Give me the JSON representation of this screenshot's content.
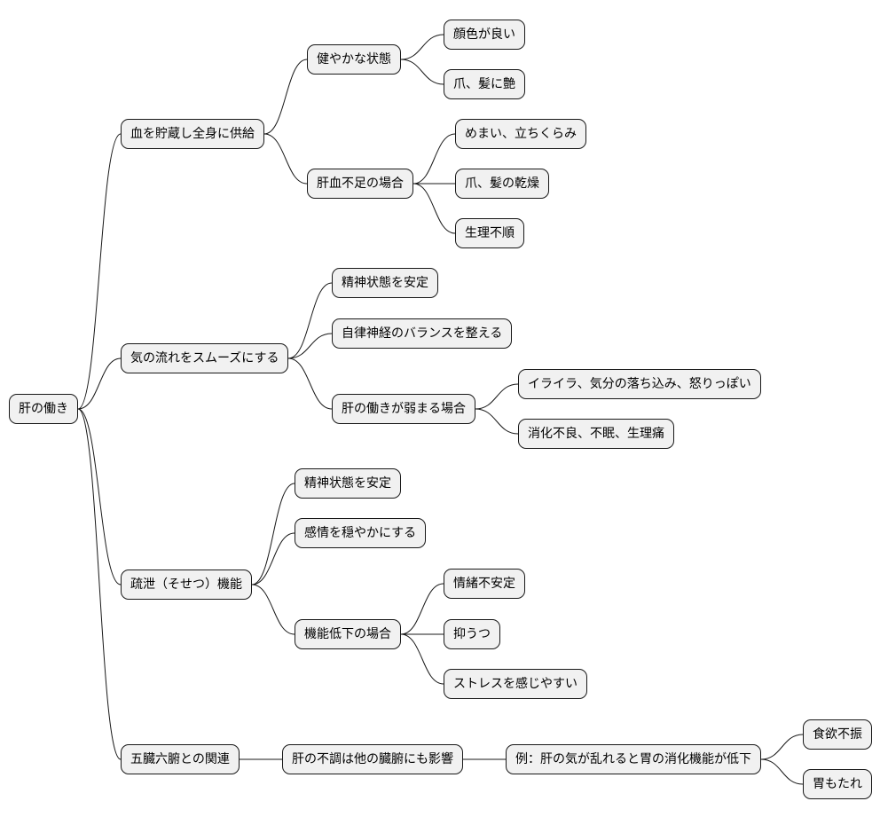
{
  "mindmap": {
    "root": "肝の働き",
    "branches": [
      {
        "label": "血を貯蔵し全身に供給",
        "children": [
          {
            "label": "健やかな状態",
            "children": [
              "顔色が良い",
              "爪、髪に艶"
            ]
          },
          {
            "label": "肝血不足の場合",
            "children": [
              "めまい、立ちくらみ",
              "爪、髪の乾燥",
              "生理不順"
            ]
          }
        ]
      },
      {
        "label": "気の流れをスムーズにする",
        "children": [
          {
            "label": "精神状態を安定"
          },
          {
            "label": "自律神経のバランスを整える"
          },
          {
            "label": "肝の働きが弱まる場合",
            "children": [
              "イライラ、気分の落ち込み、怒りっぽい",
              "消化不良、不眠、生理痛"
            ]
          }
        ]
      },
      {
        "label": "疏泄（そせつ）機能",
        "children": [
          {
            "label": "精神状態を安定"
          },
          {
            "label": "感情を穏やかにする"
          },
          {
            "label": "機能低下の場合",
            "children": [
              "情緒不安定",
              "抑うつ",
              "ストレスを感じやすい"
            ]
          }
        ]
      },
      {
        "label": "五臓六腑との関連",
        "children": [
          {
            "label": "肝の不調は他の臓腑にも影響",
            "children": [
              {
                "label": "例：肝の気が乱れると胃の消化機能が低下",
                "children": [
                  "食欲不振",
                  "胃もたれ"
                ]
              }
            ]
          }
        ]
      }
    ]
  },
  "colors": {
    "node_fill": "#f1f1f1",
    "node_border": "#181818",
    "connector": "#181818",
    "background": "#ffffff"
  }
}
